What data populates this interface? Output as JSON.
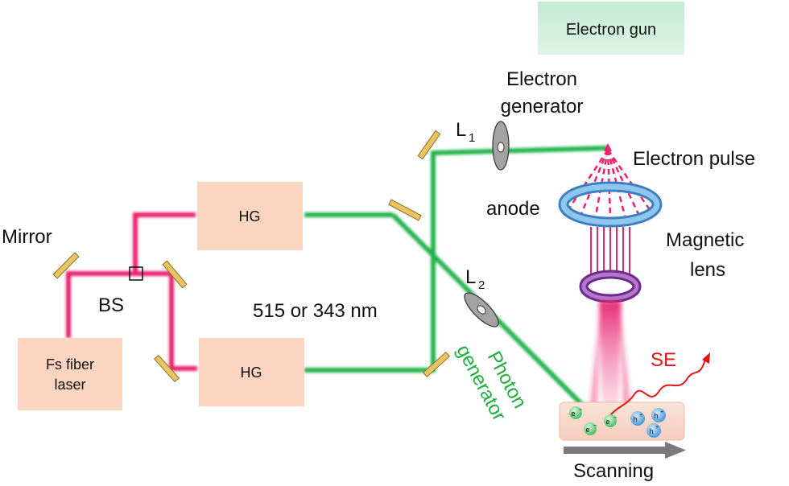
{
  "colors": {
    "pink_beam": "#e8236e",
    "green_beam": "#22b24c",
    "blue_beam": "#2bb5cf",
    "box_fill": "#fbd5bf",
    "gun_fill": "#cfeedd",
    "mirror": "#e9c463",
    "anode": "#5ea3d8",
    "lens": "#8b3aa8",
    "se_red": "#e5121a",
    "photon_text": "#1fae3e",
    "arrow_gray": "#7a7a7a"
  },
  "icons": {
    "mirror": "mirror-plate",
    "lens": "lens-ellipse",
    "anode": "anode-ring",
    "magnetic_lens": "magnetic-lens-ring",
    "electron": "electron-particle",
    "hole": "hole-particle"
  },
  "boxes": {
    "laser_line1": "Fs fiber",
    "laser_line2": "laser",
    "hg_top": "HG",
    "hg_bottom": "HG",
    "electron_gun": "Electron gun"
  },
  "labels": {
    "mirror": "Mirror",
    "bs": "BS",
    "wavelength": "515 or 343 nm",
    "l1_base": "L",
    "l1_sub": "1",
    "l2_base": "L",
    "l2_sub": "2",
    "electron_generator_line1": "Electron",
    "electron_generator_line2": "generator",
    "electron_pulse": "Electron pulse",
    "anode": "anode",
    "magnetic_lens_line1": "Magnetic",
    "magnetic_lens_line2": "lens",
    "photon_generator_line1": "Photon",
    "photon_generator_line2": "generator",
    "se": "SE",
    "scanning": "Scanning"
  },
  "particles": {
    "electron": "e",
    "electron_charge": "−",
    "hole": "h",
    "hole_charge": "+"
  }
}
